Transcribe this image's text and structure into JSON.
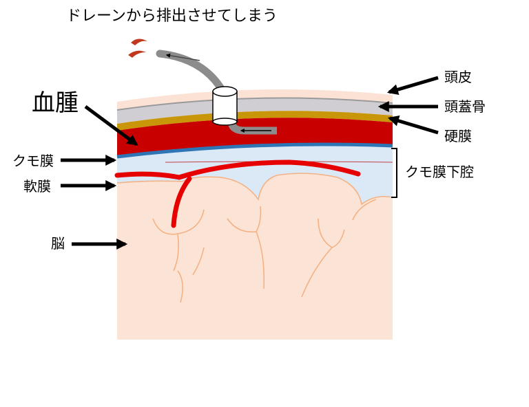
{
  "title": "ドレーンから排出させてしまう",
  "labels": {
    "hematoma": "血腫",
    "scalp": "頭皮",
    "skull": "頭蓋骨",
    "dura": "硬膜",
    "arachnoid": "クモ膜",
    "pia": "軟膜",
    "subarachnoid_space": "クモ膜下腔",
    "brain": "脳"
  },
  "colors": {
    "scalp": "#fbe2d5",
    "skull": "#d0ced3",
    "dura": "#c9960a",
    "hematoma": "#c80000",
    "arachnoid": "#2e75b6",
    "subarachnoid_space": "#dbe8f5",
    "brain": "#fbe4d6",
    "vessel": "#e60000",
    "drain": "#8c8c8c"
  },
  "icons": [
    "arrow-icon",
    "bracket-icon",
    "blood-drop-icon",
    "drain-tube-icon"
  ]
}
